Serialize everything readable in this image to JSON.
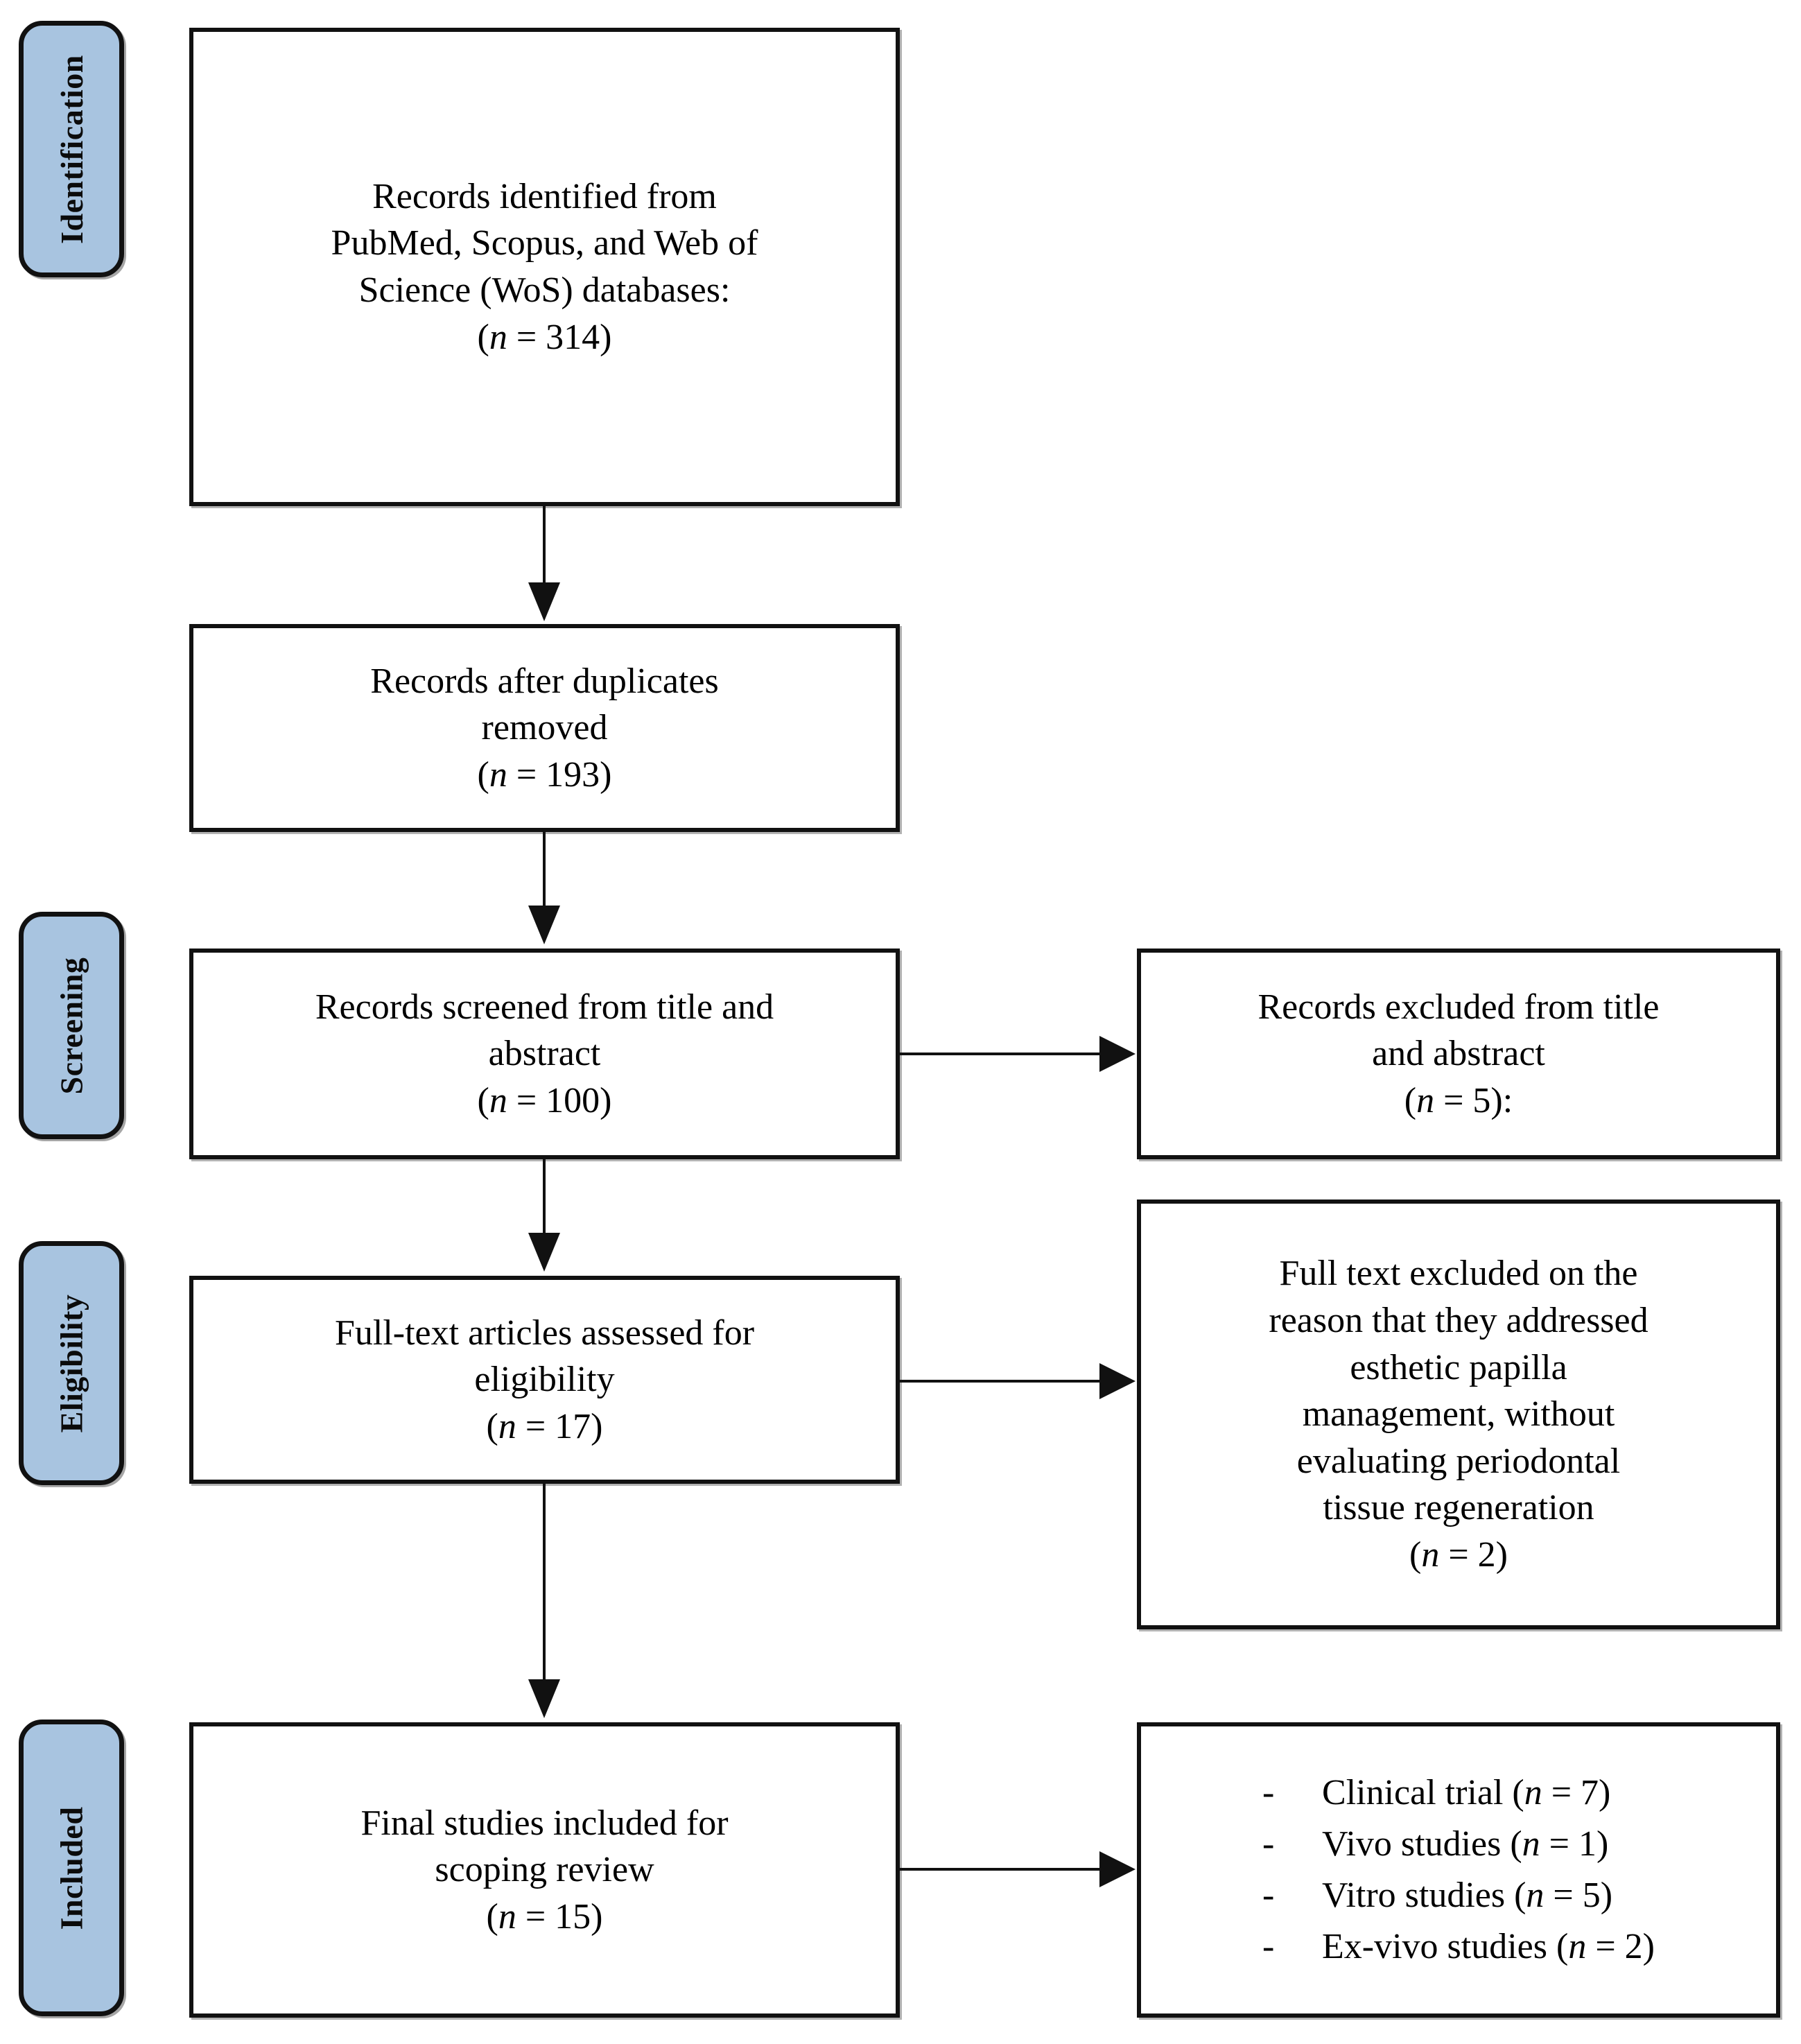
{
  "diagram": {
    "type": "PRISMA flow diagram",
    "stages": [
      {
        "id": "identification",
        "label": "Identification"
      },
      {
        "id": "screening",
        "label": "Screening"
      },
      {
        "id": "eligibility",
        "label": "Eligibility"
      },
      {
        "id": "included",
        "label": "Included"
      }
    ],
    "boxes": {
      "identified": {
        "line1": "Records identified from",
        "line2": "PubMed, Scopus, and Web of",
        "line3": "Science (WoS) databases:",
        "n_open": "(",
        "n_var": "n",
        "n_eq": " = 314)"
      },
      "after_duplicates": {
        "line1": "Records after duplicates",
        "line2": "removed",
        "n_open": "(",
        "n_var": "n",
        "n_eq": " = 193)"
      },
      "screened": {
        "line1": "Records screened from title and",
        "line2": "abstract",
        "n_open": "(",
        "n_var": "n",
        "n_eq": " = 100)"
      },
      "excluded_title_abstract": {
        "line1": "Records excluded from title",
        "line2": "and abstract",
        "n_open": "(",
        "n_var": "n",
        "n_eq": " = 5):"
      },
      "fulltext_assessed": {
        "line1": "Full-text articles assessed for",
        "line2": "eligibility",
        "n_open": "(",
        "n_var": "n",
        "n_eq": " = 17)"
      },
      "fulltext_excluded": {
        "line1": "Full text excluded on the",
        "line2": "reason that they addressed",
        "line3": "esthetic papilla",
        "line4": "management, without",
        "line5": "evaluating periodontal",
        "line6": "tissue regeneration",
        "n_open": "(",
        "n_var": "n",
        "n_eq": " = 2)"
      },
      "final_included": {
        "line1": "Final studies included for",
        "line2": "scoping review",
        "n_open": "(",
        "n_var": "n",
        "n_eq": " = 15)"
      },
      "study_types": {
        "items": [
          {
            "dash": "-",
            "prefix": "Clinical trial (",
            "var": "n",
            "suffix": " = 7)"
          },
          {
            "dash": "-",
            "prefix": "Vivo studies (",
            "var": "n",
            "suffix": " = 1)"
          },
          {
            "dash": "-",
            "prefix": "Vitro studies (",
            "var": "n",
            "suffix": " = 5)"
          },
          {
            "dash": "-",
            "prefix": "Ex-vivo studies (",
            "var": "n",
            "suffix": " = 2)"
          }
        ]
      }
    },
    "colors": {
      "stage_fill": "#a8c4e0",
      "stroke": "#111111",
      "box_fill": "#ffffff",
      "text": "#000000"
    }
  }
}
